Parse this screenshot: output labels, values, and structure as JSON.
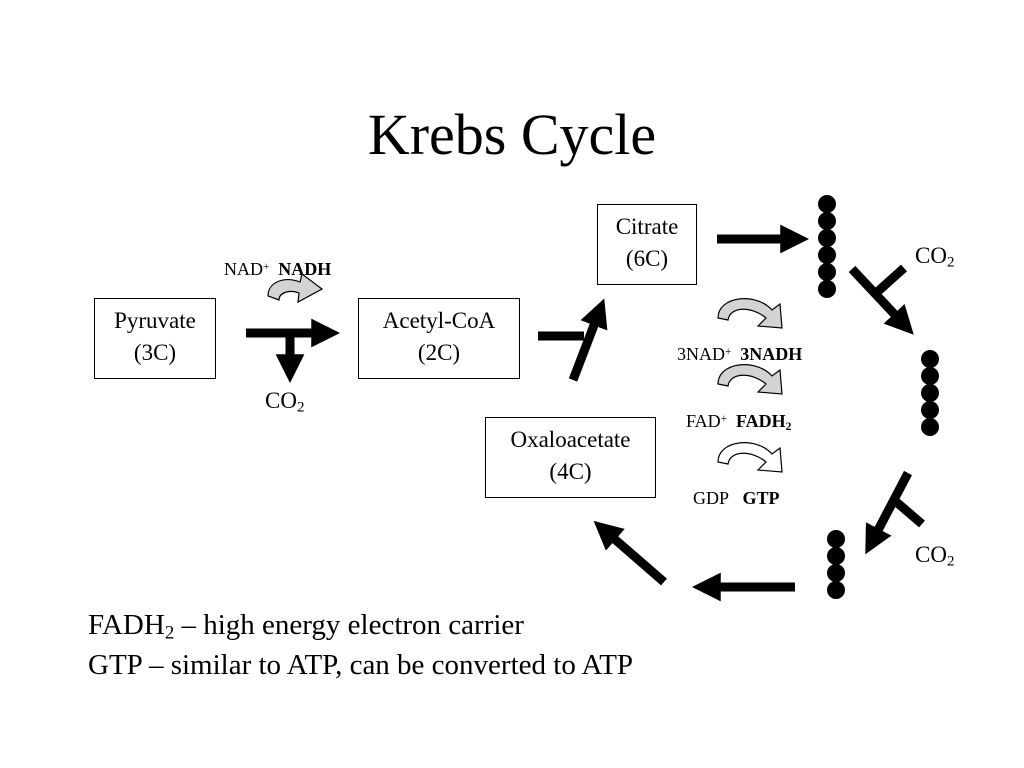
{
  "title": "Krebs Cycle",
  "molecules": {
    "pyruvate": {
      "name": "Pyruvate",
      "carbons": "(3C)"
    },
    "acetyl_coa": {
      "name": "Acetyl-CoA",
      "carbons": "(2C)"
    },
    "citrate": {
      "name": "Citrate",
      "carbons": "(6C)"
    },
    "oxaloacetate": {
      "name": "Oxaloacetate",
      "carbons": "(4C)"
    }
  },
  "link_reaction": {
    "nad": "NAD",
    "nad_sup": "+",
    "nadh": "NADH",
    "co2": "CO",
    "co2_sub": "2"
  },
  "cycle_outputs": {
    "nad_in": "3NAD",
    "nad_in_sup": "+",
    "nadh_out": "3NADH",
    "fad_in": "FAD",
    "fad_in_sup": "+",
    "fadh_out": "FADH",
    "fadh_out_sub": "2",
    "gdp_in": "GDP",
    "gtp_out": "GTP",
    "co2_top": "CO",
    "co2_top_sub": "2",
    "co2_bottom": "CO",
    "co2_bottom_sub": "2"
  },
  "notes": {
    "line1_a": "FADH",
    "line1_sub": "2",
    "line1_b": " – high energy electron carrier",
    "line2": "GTP – similar to ATP, can be converted to ATP"
  },
  "carbon_chains": {
    "six_carbon": 6,
    "five_carbon": 5,
    "four_carbon": 4
  },
  "colors": {
    "curved_arrow_fill": "#d3d3d3",
    "curved_arrow_white": "#ffffff",
    "ink": "#000000"
  }
}
